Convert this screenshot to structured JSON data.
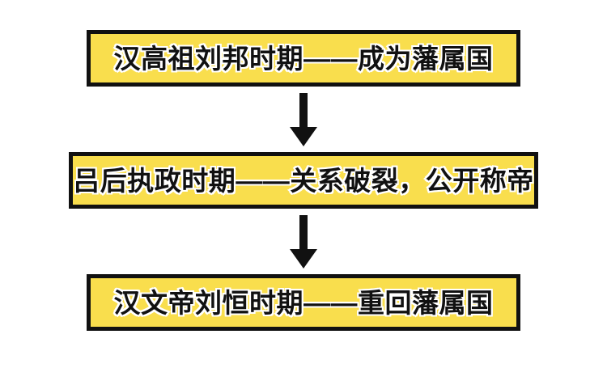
{
  "diagram": {
    "type": "vertical-flowchart",
    "background_color": "#ffffff",
    "node_fill_color": "#f9de4d",
    "node_border_color": "#111111",
    "text_color": "#111111",
    "text_outline_color": "#ffffff",
    "arrow_color": "#111111",
    "nodes": [
      {
        "id": "node-1",
        "label": "汉高祖刘邦时期——成为藩属国"
      },
      {
        "id": "node-2",
        "label": "吕后执政时期——关系破裂，公开称帝"
      },
      {
        "id": "node-3",
        "label": "汉文帝刘恒时期——重回藩属国"
      }
    ],
    "connectors": [
      {
        "id": "connector-1",
        "icon": "arrow-down-icon",
        "from": "node-1",
        "to": "node-2"
      },
      {
        "id": "connector-2",
        "icon": "arrow-down-icon",
        "from": "node-2",
        "to": "node-3"
      }
    ]
  }
}
